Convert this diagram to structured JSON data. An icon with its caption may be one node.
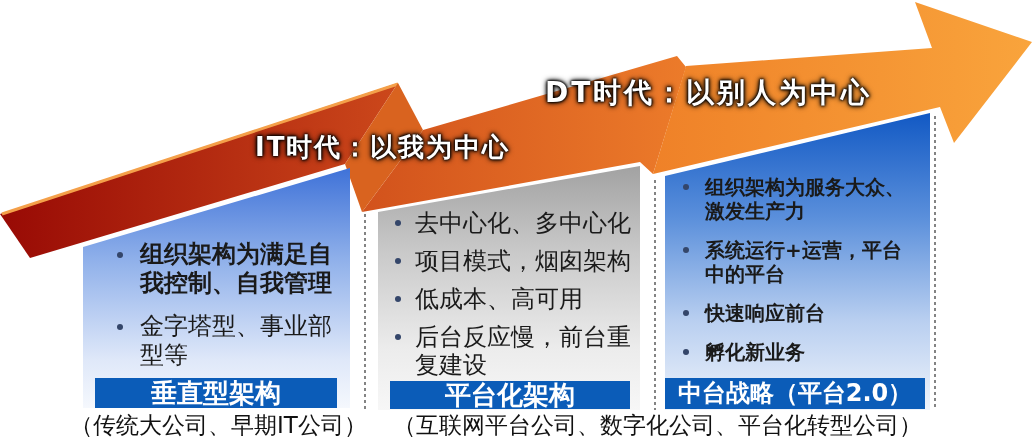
{
  "diagram": {
    "nodes": [
      {
        "text": [
          "IT时代：以我为中心",
          "DT时代：以别人为中心"
        ]
      },
      {
        "text": [
          "组织架构为满足自我控制、自我管理",
          "金字塔型、事业部型等"
        ]
      },
      {
        "text": [
          "垂直型架构"
        ],
        "in": 1,
        "beside": [
          "（传统大公司、早期IT公司）"
        ]
      },
      {
        "text": [
          "去中心化、多中心化",
          "项目模式，烟囱架构",
          "低成本、高可用",
          "后台反应慢，前台重复建设"
        ]
      },
      {
        "text": [
          "平台化架构"
        ],
        "in": 3
      },
      {
        "text": [
          "组织架构为服务大众、激发生产力",
          "系统运行+运营，平台中的平台",
          "快速响应前台",
          "孵化新业务"
        ]
      },
      {
        "text": [
          "中台战略（平台2.0）"
        ],
        "in": 5
      }
    ],
    "labels": [
      "（互联网平台公司、数字化公司、平台化转型公司）"
    ]
  }
}
